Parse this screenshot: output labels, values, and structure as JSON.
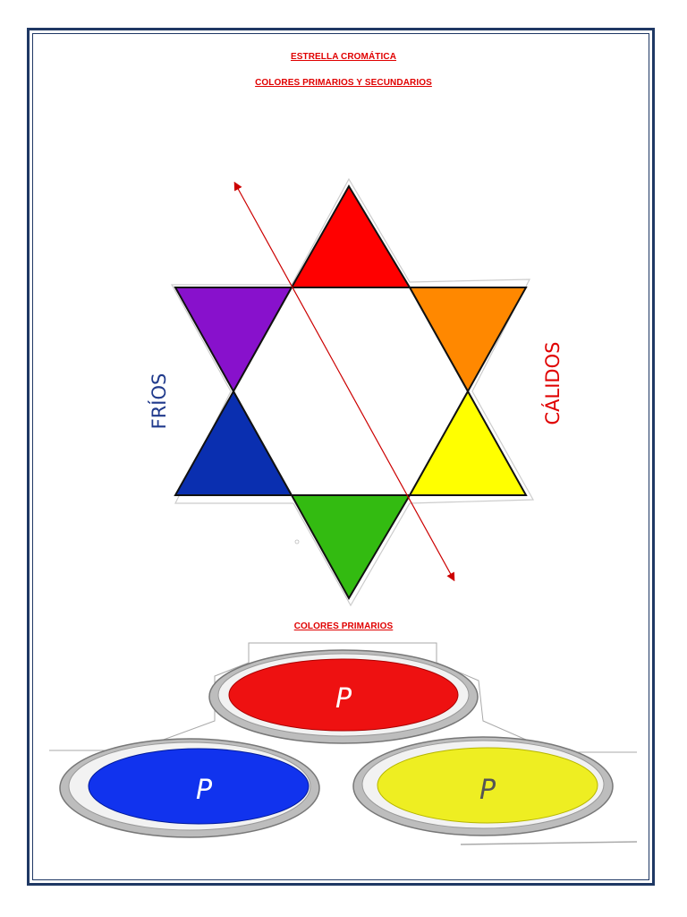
{
  "titles": {
    "main": "ESTRELLA CROMÁTICA",
    "sub": "COLORES PRIMARIOS Y SECUNDARIOS",
    "primaries": "COLORES PRIMARIOS"
  },
  "labels": {
    "cool": "FRÍOS",
    "warm": "CÁLIDOS"
  },
  "star_colors": {
    "top": "#ff0000",
    "upper_right": "#ff8800",
    "lower_right": "#ffff00",
    "bottom": "#33bb11",
    "lower_left": "#0a2fb0",
    "upper_left": "#8811cc"
  },
  "paint_pots": [
    {
      "color": "#ee1111",
      "letter": "P"
    },
    {
      "color": "#1133ee",
      "letter": "P"
    },
    {
      "color": "#eeee22",
      "letter": "P"
    }
  ],
  "border_color": "#1f3864",
  "arrow_color": "#cc0000"
}
